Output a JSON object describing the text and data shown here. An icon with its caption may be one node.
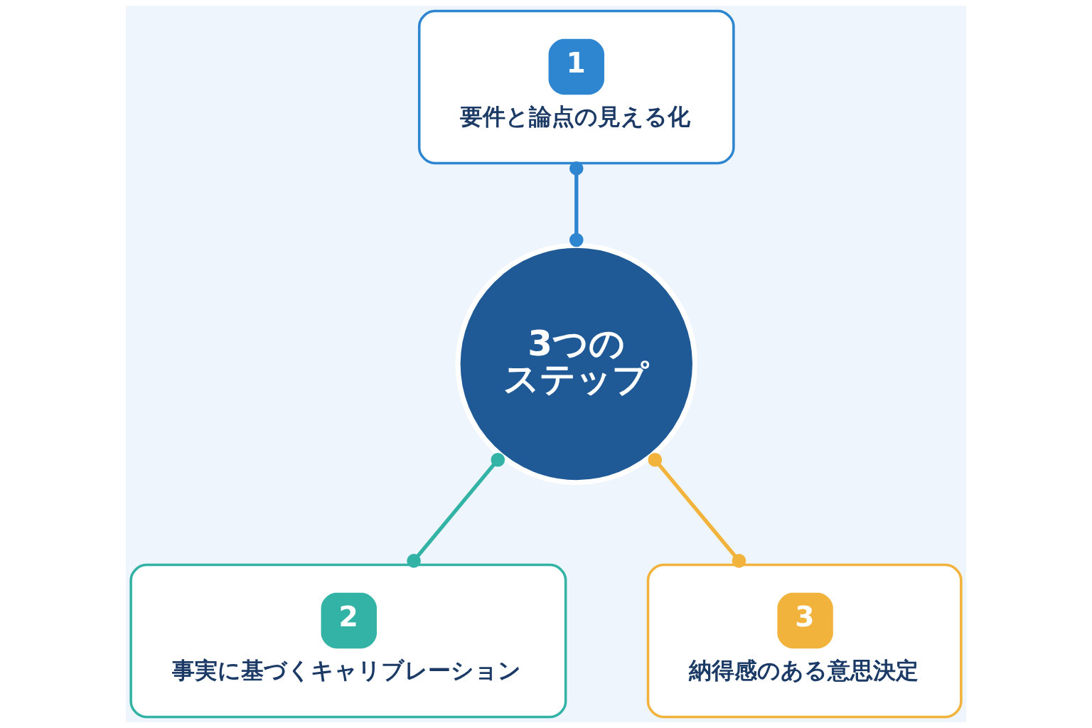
{
  "diagram": {
    "nodes": [
      {
        "text": [
          "1",
          "要件と論点の見える化"
        ]
      },
      {
        "text": [
          "2",
          "事実に基づくキャリブレーション"
        ]
      },
      {
        "text": [
          "3つのステップ"
        ]
      },
      {
        "text": [
          "3",
          "納得感のある意思決定"
        ]
      }
    ],
    "edges": [
      {
        "from": 2,
        "to": 0,
        "arrow": "other",
        "color": "#2f86d0"
      },
      {
        "from": 2,
        "to": 1,
        "arrow": "other",
        "color": "#33b3a6"
      },
      {
        "from": 2,
        "to": 3,
        "arrow": "other",
        "color": "#f2b33d"
      }
    ]
  }
}
